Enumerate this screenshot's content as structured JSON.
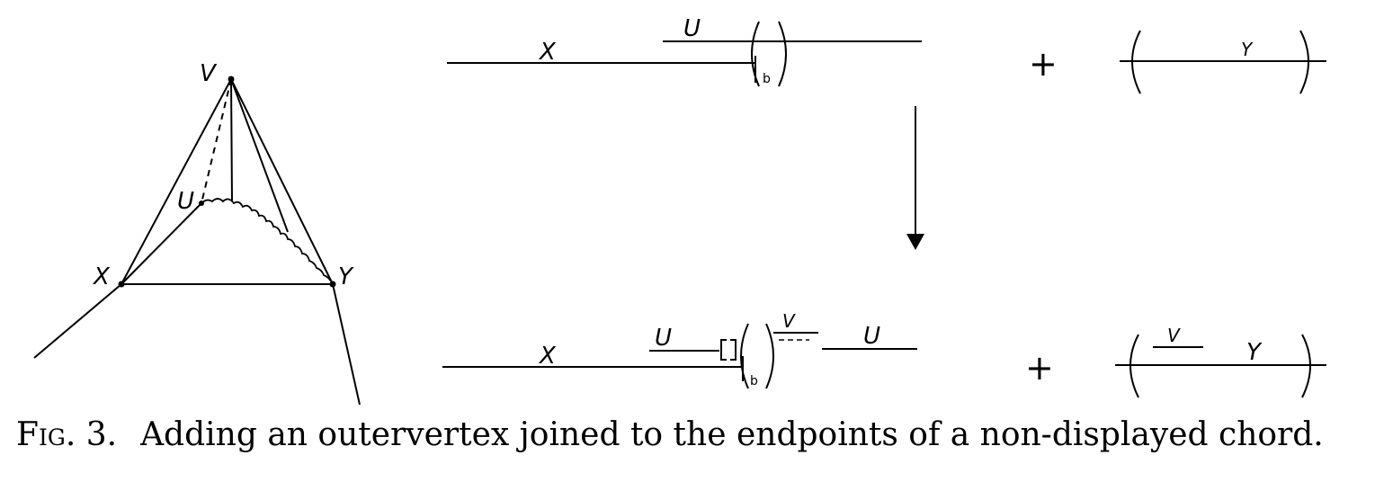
{
  "figure": {
    "graph": {
      "labels": {
        "v": "V",
        "u": "U",
        "x": "X",
        "y": "Y"
      }
    },
    "top_row": {
      "left": {
        "x_label": "X",
        "u_label": "U",
        "b_label": "b"
      },
      "plus": "+",
      "right": {
        "y_label": "Y"
      }
    },
    "bottom_row": {
      "left": {
        "x_label": "X",
        "u_label": "U",
        "b_label": "b",
        "v_label": "V",
        "u2_label": "U"
      },
      "plus": "+",
      "right": {
        "v_label": "V",
        "y_label": "Y"
      }
    }
  },
  "caption": {
    "label": "Fig. 3.",
    "text": "Adding an outervertex joined to the endpoints of a non-displayed chord."
  }
}
